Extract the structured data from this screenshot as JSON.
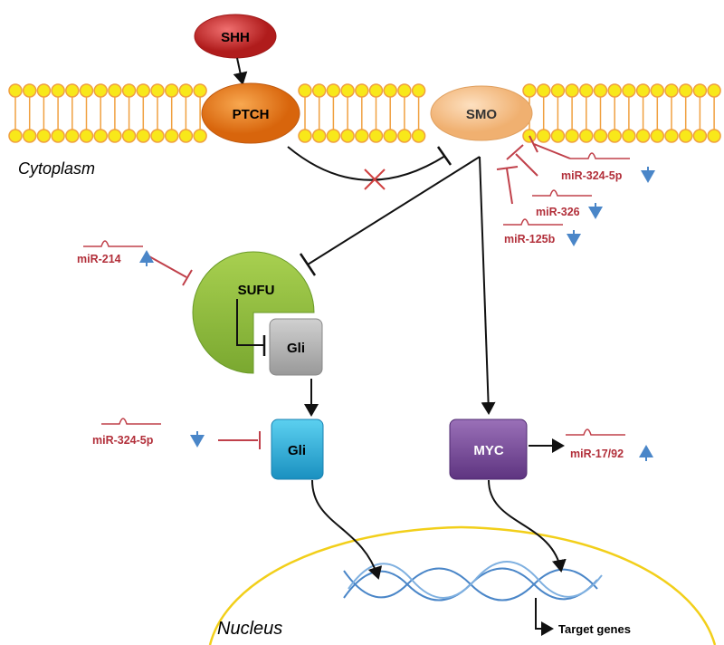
{
  "nodes": {
    "shh": "SHH",
    "ptch": "PTCH",
    "smo": "SMO",
    "sufu": "SUFU",
    "gli_inactive": "Gli",
    "gli_active": "Gli",
    "myc": "MYC"
  },
  "regions": {
    "cytoplasm": "Cytoplasm",
    "nucleus": "Nucleus"
  },
  "target_genes": "Target genes",
  "mirnas": [
    {
      "label": "miR-324-5p",
      "direction": "down"
    },
    {
      "label": "miR-326",
      "direction": "down"
    },
    {
      "label": "miR-125b",
      "direction": "down"
    },
    {
      "label": "miR-214",
      "direction": "up"
    },
    {
      "label": "miR-324-5p",
      "direction": "down"
    },
    {
      "label": "miR-17/92",
      "direction": "up"
    }
  ],
  "colors": {
    "shh": "#c8282a",
    "ptch": "#e8791a",
    "smo": "#f8c99a",
    "sufu": "#8dbb3a",
    "gli_inactive": "#b0b0b0",
    "gli_active": "#2fb0d8",
    "myc": "#7a4a9a",
    "mirna": "#b22f3a",
    "arrow_up_down": "#4a86c8",
    "membrane": "#f5e51a"
  }
}
